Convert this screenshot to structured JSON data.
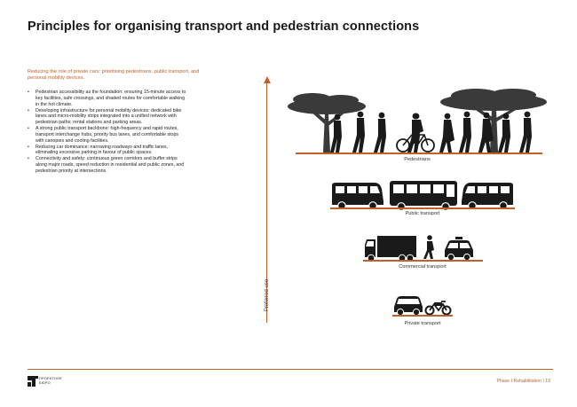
{
  "page": {
    "title": "Principles for organising transport and pedestrian connections"
  },
  "intro": {
    "subtitle": "Reducing the role of private cars: prioritising pedestrians, public transport, and personal mobility devices."
  },
  "bullets": [
    "Pedestrian accessibility as the foundation: ensuring 15-minute access to key facilities, safe crossings, and shaded routes for comfortable walking in the hot climate.",
    "Developing infrastructure for personal mobility devices: dedicated bike lanes and micro-mobility strips integrated into a unified network with pedestrian paths; rental stations and parking areas.",
    "A strong public transport backbone: high-frequency and rapid routes, transport interchange hubs, priority bus lanes, and comfortable stops with canopies and cooling facilities.",
    "Reducing car dominance: narrowing roadways and traffic lanes, eliminating excessive parking in favour of public spaces.",
    "Connectivity and safety: continuous green corridors and buffer strips along major roads, speed reduction in residential and public zones, and pedestrian priority at intersections."
  ],
  "diagram": {
    "axis_label": "Preferred use",
    "tiers": [
      {
        "label": "Pedestrians"
      },
      {
        "label": "Public transport"
      },
      {
        "label": "Commercial transport"
      },
      {
        "label": "Private transport"
      }
    ]
  },
  "footer": {
    "logo_line1": "ПРОЕКТНОЕ",
    "logo_line2": "БЮРО",
    "page_info": "Phase I Rehabilitation I 19"
  },
  "colors": {
    "accent": "#c0612b",
    "silhouette": "#1a1a1a",
    "tree": "#3a3a3a"
  }
}
